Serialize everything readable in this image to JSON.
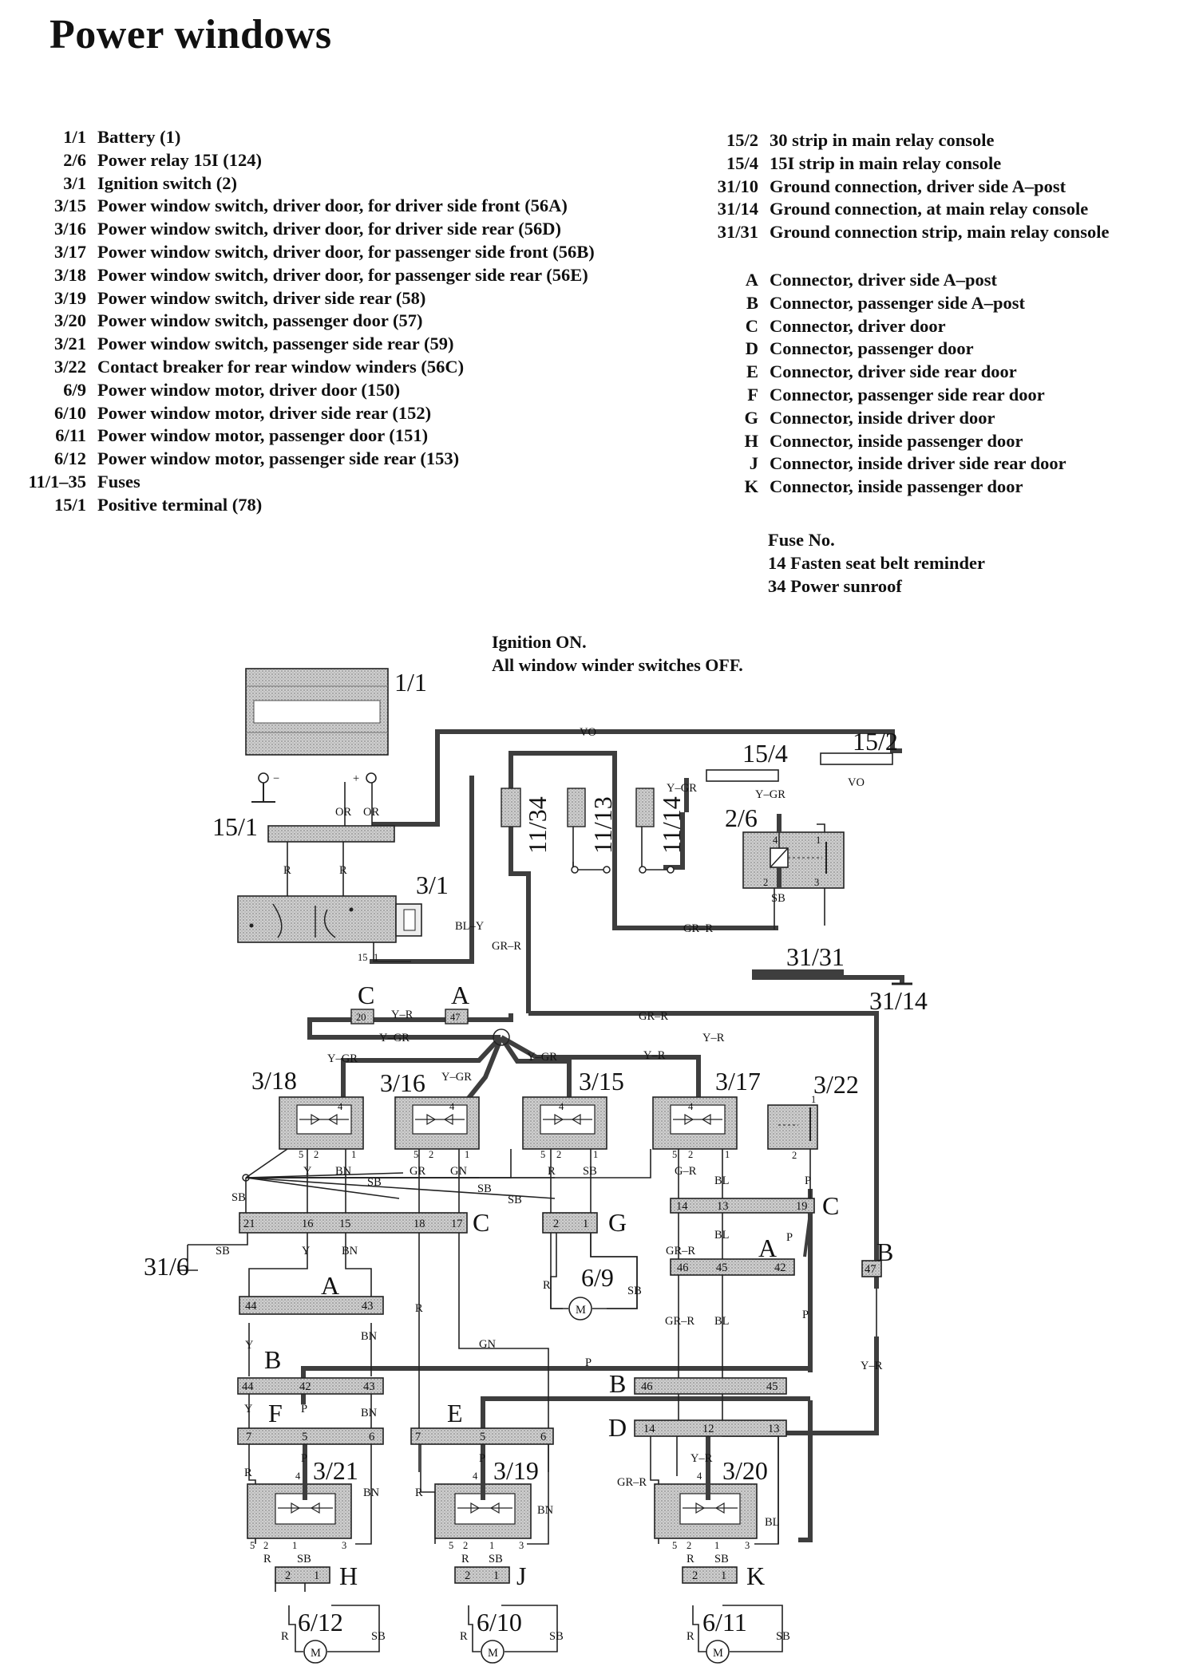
{
  "title": "Power windows",
  "legend_left": [
    {
      "code": "1/1",
      "text": "Battery (1)"
    },
    {
      "code": "2/6",
      "text": "Power relay 15I (124)"
    },
    {
      "code": "3/1",
      "text": "Ignition switch (2)"
    },
    {
      "code": "3/15",
      "text": "Power window switch, driver door, for driver side front (56A)"
    },
    {
      "code": "3/16",
      "text": "Power window switch, driver door, for driver side rear (56D)"
    },
    {
      "code": "3/17",
      "text": "Power window switch, driver door, for passenger side front (56B)"
    },
    {
      "code": "3/18",
      "text": "Power window switch, driver door, for passenger side rear (56E)"
    },
    {
      "code": "3/19",
      "text": "Power window switch, driver side rear (58)"
    },
    {
      "code": "3/20",
      "text": "Power window switch, passenger door (57)"
    },
    {
      "code": "3/21",
      "text": "Power window switch, passenger side rear (59)"
    },
    {
      "code": "3/22",
      "text": "Contact breaker for rear window winders (56C)"
    },
    {
      "code": "6/9",
      "text": "Power window motor, driver door (150)"
    },
    {
      "code": "6/10",
      "text": "Power window motor, driver side rear (152)"
    },
    {
      "code": "6/11",
      "text": "Power window motor, passenger door (151)"
    },
    {
      "code": "6/12",
      "text": "Power window motor, passenger side rear (153)"
    },
    {
      "code": "11/1–35",
      "text": "Fuses"
    },
    {
      "code": "15/1",
      "text": "Positive terminal (78)"
    }
  ],
  "legend_right": [
    {
      "code": "15/2",
      "text": "30 strip in main relay console"
    },
    {
      "code": "15/4",
      "text": "15I strip in main relay console"
    },
    {
      "code": "31/10",
      "text": "Ground connection, driver side A–post"
    },
    {
      "code": "31/14",
      "text": "Ground connection, at main relay console"
    },
    {
      "code": "31/31",
      "text": "Ground connection strip, main relay console"
    }
  ],
  "legend_connectors": [
    {
      "code": "A",
      "text": "Connector, driver side A–post"
    },
    {
      "code": "B",
      "text": "Connector, passenger side A–post"
    },
    {
      "code": "C",
      "text": "Connector, driver door"
    },
    {
      "code": "D",
      "text": "Connector, passenger door"
    },
    {
      "code": "E",
      "text": "Connector, driver side rear door"
    },
    {
      "code": "F",
      "text": "Connector, passenger side rear door"
    },
    {
      "code": "G",
      "text": "Connector, inside driver door"
    },
    {
      "code": "H",
      "text": "Connector, inside passenger door"
    },
    {
      "code": "J",
      "text": "Connector, inside driver side rear door"
    },
    {
      "code": "K",
      "text": "Connector, inside passenger door"
    }
  ],
  "fuse_note": {
    "heading": "Fuse No.",
    "lines": [
      "14 Fasten seat belt reminder",
      "34 Power sunroof"
    ]
  },
  "condition": {
    "line1": "Ignition ON.",
    "line2": "All window winder switches OFF."
  },
  "diagram": {
    "components": {
      "battery": "1/1",
      "pos_terminal": "15/1",
      "ign_switch": "3/1",
      "strip_15_4": "15/4",
      "strip_15_2": "15/2",
      "relay": "2/6",
      "fuse_a": "11/34",
      "fuse_b": "11/13",
      "fuse_c": "11/14",
      "ground_strip": "31/31",
      "ground_console": "31/14",
      "ground_apost": "31/6",
      "sw_18": "3/18",
      "sw_16": "3/16",
      "sw_15": "3/15",
      "sw_17": "3/17",
      "breaker": "3/22",
      "sw_21": "3/21",
      "sw_19": "3/19",
      "sw_20": "3/20",
      "motor_9": "6/9",
      "motor_12": "6/12",
      "motor_10": "6/10",
      "motor_11": "6/11",
      "motor_symbol": "M"
    },
    "connector_letters": {
      "A": "A",
      "B": "B",
      "C": "C",
      "D": "D",
      "E": "E",
      "F": "F",
      "G": "G",
      "H": "H",
      "J": "J",
      "K": "K"
    },
    "wire_colors": {
      "VO": "VO",
      "OR": "OR",
      "R": "R",
      "Y_GR": "Y–GR",
      "BL_Y": "BL–Y",
      "GR_R": "GR–R",
      "SB": "SB",
      "Y_R": "Y–R",
      "Y": "Y",
      "BN": "BN",
      "GR": "GR",
      "GN": "GN",
      "G_R": "G–R",
      "BL": "BL",
      "P": "P"
    },
    "pins": {
      "p1": "1",
      "p2": "2",
      "p3": "3",
      "p4": "4",
      "p5": "5",
      "p6": "6",
      "p7": "7",
      "p12": "12",
      "p13": "13",
      "p14": "14",
      "p15": "15",
      "p16": "16",
      "p17": "17",
      "p18": "18",
      "p19": "19",
      "p20": "20",
      "p21": "21",
      "p42": "42",
      "p43": "43",
      "p44": "44",
      "p45": "45",
      "p46": "46",
      "p47": "47",
      "ign_15": "15",
      "ign_1": "1",
      "minus": "−",
      "plus": "+"
    }
  }
}
